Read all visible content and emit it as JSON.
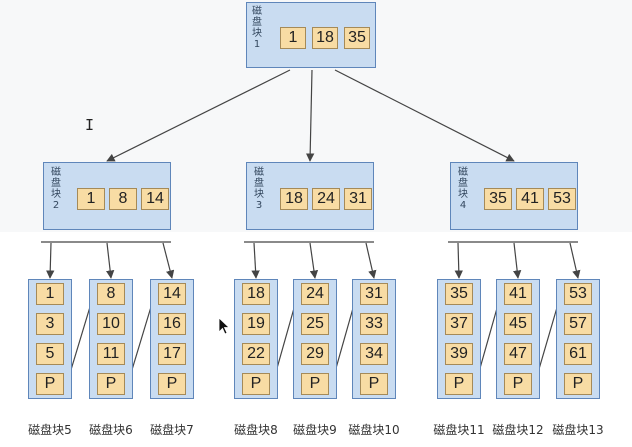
{
  "root": {
    "label": "磁\n盘\n块\n1",
    "keys": [
      "1",
      "18",
      "35"
    ]
  },
  "internal": [
    {
      "label": "磁\n盘\n块\n2",
      "keys": [
        "1",
        "8",
        "14"
      ]
    },
    {
      "label": "磁\n盘\n块\n3",
      "keys": [
        "18",
        "24",
        "31"
      ]
    },
    {
      "label": "磁\n盘\n块\n4",
      "keys": [
        "35",
        "41",
        "53"
      ]
    }
  ],
  "leaves": [
    {
      "caption": "磁盘块5",
      "keys": [
        "1",
        "3",
        "5"
      ],
      "pointer": "P"
    },
    {
      "caption": "磁盘块6",
      "keys": [
        "8",
        "10",
        "11"
      ],
      "pointer": "P"
    },
    {
      "caption": "磁盘块7",
      "keys": [
        "14",
        "16",
        "17"
      ],
      "pointer": "P"
    },
    {
      "caption": "磁盘块8",
      "keys": [
        "18",
        "19",
        "22"
      ],
      "pointer": "P"
    },
    {
      "caption": "磁盘块9",
      "keys": [
        "24",
        "25",
        "29"
      ],
      "pointer": "P"
    },
    {
      "caption": "磁盘块10",
      "keys": [
        "31",
        "33",
        "34"
      ],
      "pointer": "P"
    },
    {
      "caption": "磁盘块11",
      "keys": [
        "35",
        "37",
        "39"
      ],
      "pointer": "P"
    },
    {
      "caption": "磁盘块12",
      "keys": [
        "41",
        "45",
        "47"
      ],
      "pointer": "P"
    },
    {
      "caption": "磁盘块13",
      "keys": [
        "53",
        "57",
        "61"
      ],
      "pointer": "P"
    }
  ],
  "colors": {
    "node_fill": "#c9dcf1",
    "node_border": "#5f86ba",
    "key_fill": "#f8dca4",
    "key_border": "#a58a58",
    "arrow": "#444444"
  }
}
